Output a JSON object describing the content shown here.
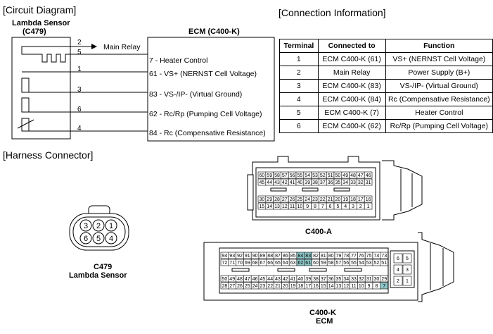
{
  "circuit": {
    "section_title": "[Circuit Diagram]",
    "sensor_label": "Lambda Sensor",
    "sensor_code": "(C479)",
    "ecm_label": "ECM (C400-K)",
    "relay_label": "Main Relay",
    "wires": [
      {
        "sensor_pin": "2",
        "ecm_pin": "",
        "name": ""
      },
      {
        "sensor_pin": "5",
        "ecm_pin": "7",
        "name": " - Heater Control"
      },
      {
        "sensor_pin": "1",
        "ecm_pin": "61",
        "name": " - VS+ (NERNST Cell Voltage)"
      },
      {
        "sensor_pin": "3",
        "ecm_pin": "83",
        "name": " - VS-/IP- (Virtual Ground)"
      },
      {
        "sensor_pin": "6",
        "ecm_pin": "62",
        "name": " - Rc/Rp (Pumping Cell Voltage)"
      },
      {
        "sensor_pin": "4",
        "ecm_pin": "84",
        "name": " - Rc (Compensative Resistance)"
      }
    ]
  },
  "connection": {
    "section_title": "[Connection Information]",
    "headers": [
      "Terminal",
      "Connected to",
      "Function"
    ],
    "rows": [
      [
        "1",
        "ECM C400-K (61)",
        "VS+ (NERNST Cell Voltage)"
      ],
      [
        "2",
        "Main Relay",
        "Power Supply (B+)"
      ],
      [
        "3",
        "ECM C400-K (83)",
        "VS-/IP- (Virtual Ground)"
      ],
      [
        "4",
        "ECM C400-K (84)",
        "Rc (Compensative Resistance)"
      ],
      [
        "5",
        "ECM C400-K (7)",
        "Heater Control"
      ],
      [
        "6",
        "ECM C400-K (62)",
        "Rc/Rp (Pumping Cell Voltage)"
      ]
    ]
  },
  "harness": {
    "section_title": "[Harness Connector]",
    "c479_label": "C479",
    "c479_sub": "Lambda Sensor",
    "c479_pins_top": [
      "3",
      "2",
      "1"
    ],
    "c479_pins_bottom": [
      "6",
      "5",
      "4"
    ],
    "c400a_label": "C400-A",
    "c400a_rows": [
      [
        "60",
        "59",
        "58",
        "57",
        "56",
        "55",
        "54",
        "53",
        "52",
        "51",
        "50",
        "49",
        "48",
        "47",
        "46"
      ],
      [
        "45",
        "44",
        "43",
        "42",
        "41",
        "40",
        "39",
        "38",
        "37",
        "36",
        "35",
        "34",
        "33",
        "32",
        "31"
      ],
      [
        "30",
        "29",
        "28",
        "27",
        "26",
        "25",
        "24",
        "23",
        "22",
        "21",
        "20",
        "19",
        "18",
        "17",
        "16"
      ],
      [
        "15",
        "14",
        "13",
        "12",
        "11",
        "10",
        "9",
        "8",
        "7",
        "6",
        "5",
        "4",
        "3",
        "2",
        "1"
      ]
    ],
    "c400k_label": "C400-K",
    "c400k_sub": "ECM",
    "c400k_rows": [
      [
        "94",
        "93",
        "92",
        "91",
        "90",
        "89",
        "88",
        "87",
        "86",
        "85",
        "84",
        "83",
        "82",
        "81",
        "80",
        "79",
        "78",
        "77",
        "76",
        "75",
        "74",
        "73"
      ],
      [
        "72",
        "71",
        "70",
        "69",
        "68",
        "67",
        "66",
        "65",
        "64",
        "63",
        "62",
        "61",
        "60",
        "59",
        "58",
        "57",
        "56",
        "55",
        "54",
        "53",
        "52",
        "51"
      ],
      [
        "50",
        "49",
        "48",
        "47",
        "46",
        "45",
        "44",
        "43",
        "42",
        "41",
        "40",
        "39",
        "38",
        "37",
        "36",
        "35",
        "34",
        "33",
        "32",
        "31",
        "30",
        "29"
      ],
      [
        "28",
        "27",
        "26",
        "25",
        "24",
        "23",
        "22",
        "21",
        "20",
        "19",
        "18",
        "17",
        "16",
        "15",
        "14",
        "13",
        "12",
        "11",
        "10",
        "9",
        "8",
        "7"
      ]
    ],
    "c400k_side": [
      [
        "6",
        "5"
      ],
      [
        "4",
        "3"
      ],
      [
        "2",
        "1"
      ]
    ],
    "highlighted_pins": [
      "84",
      "83",
      "62",
      "61",
      "7"
    ],
    "highlight_color": "#8ec7c9"
  }
}
